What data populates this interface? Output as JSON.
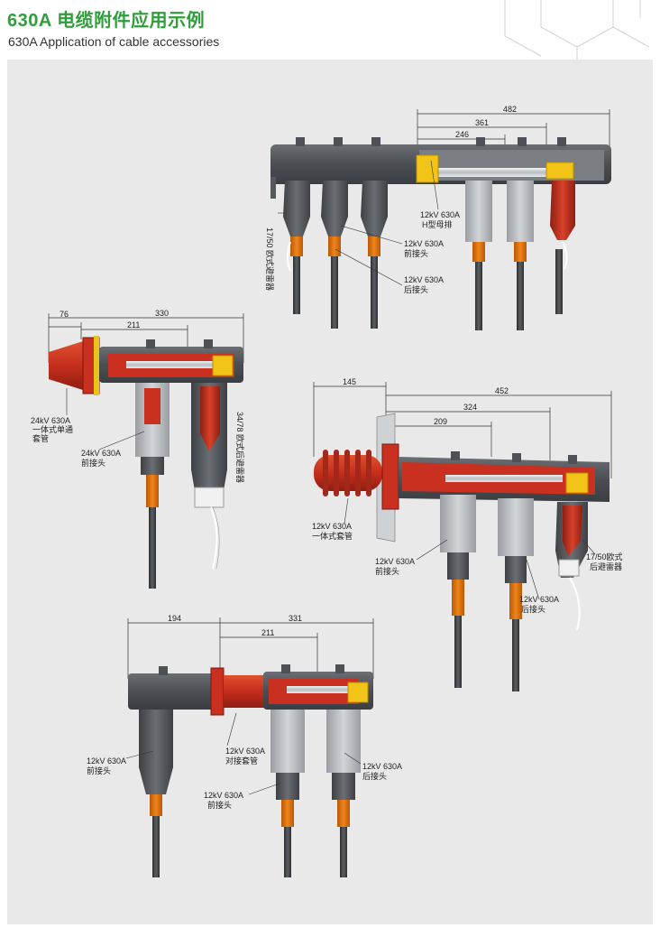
{
  "header": {
    "title_cn": "630A 电缆附件应用示例",
    "title_en": "630A Application of cable accessories"
  },
  "diagrams": {
    "top": {
      "dims": [
        "482",
        "361",
        "246"
      ],
      "labels": {
        "surge_arrester": "17/50 欧式避雷器",
        "h_busbar_1": "12kV 630A",
        "h_busbar_2": "H型母排",
        "front_1": "12kV 630A",
        "front_2": "前接头",
        "rear_1": "12kV 630A",
        "rear_2": "后接头"
      }
    },
    "left": {
      "dims": [
        "76",
        "211",
        "330"
      ],
      "labels": {
        "bushing_1": "24kV 630A",
        "bushing_2": "一体式单通",
        "bushing_3": "套管",
        "front_1": "24kV 630A",
        "front_2": "前接头",
        "arrester": "34/78 欧式后避雷器"
      }
    },
    "right": {
      "dims": [
        "145",
        "452",
        "324",
        "209"
      ],
      "labels": {
        "bushing_1": "12kV 630A",
        "bushing_2": "一体式套管",
        "front_1": "12kV 630A",
        "front_2": "前接头",
        "rear_1": "12kV 630A",
        "rear_2": "后接头",
        "arrester_1": "17/50欧式",
        "arrester_2": "后避雷器"
      }
    },
    "bottom": {
      "dims": [
        "194",
        "331",
        "211"
      ],
      "labels": {
        "left_front_1": "12kV 630A",
        "left_front_2": "前接头",
        "coupling_1": "12kV 630A",
        "coupling_2": "对接套管",
        "mid_front_1": "12kV 630A",
        "mid_front_2": "前接头",
        "rear_1": "12kV 630A",
        "rear_2": "后接头"
      }
    }
  },
  "colors": {
    "accent_green": "#2f9e3a",
    "red_part": "#c9301f",
    "dark_gray": "#5a5e62",
    "light_gray": "#b8bcc0",
    "orange": "#e87511",
    "yellow": "#f2c418",
    "background": "#e9e9ea"
  }
}
